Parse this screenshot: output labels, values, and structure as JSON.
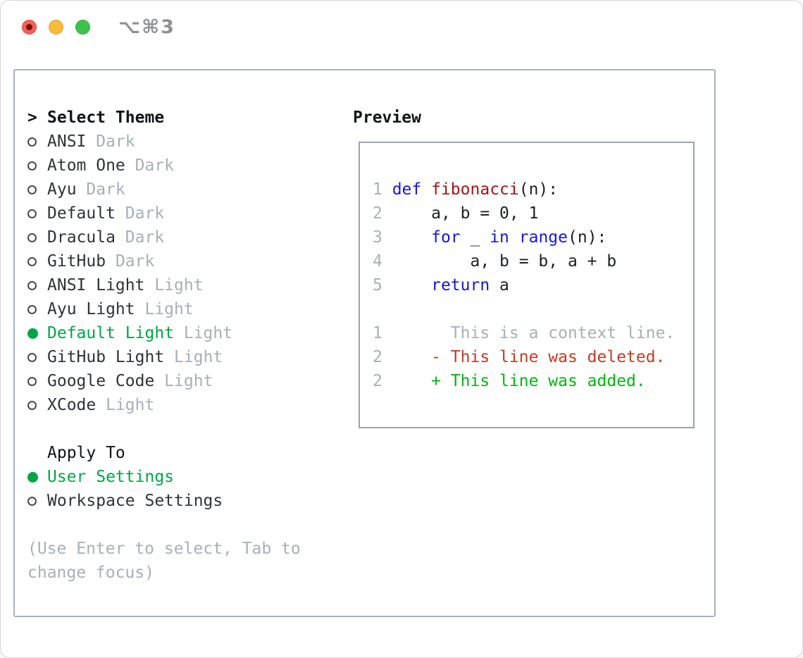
{
  "titlebar": {
    "title": "⌥⌘3",
    "buttons": [
      "close",
      "minimize",
      "zoom"
    ]
  },
  "theme_section": {
    "focus_marker": ">",
    "label": "Select Theme",
    "themes": [
      {
        "name": "ANSI",
        "variant": "Dark",
        "selected": false
      },
      {
        "name": "Atom One",
        "variant": "Dark",
        "selected": false
      },
      {
        "name": "Ayu",
        "variant": "Dark",
        "selected": false
      },
      {
        "name": "Default",
        "variant": "Dark",
        "selected": false
      },
      {
        "name": "Dracula",
        "variant": "Dark",
        "selected": false
      },
      {
        "name": "GitHub",
        "variant": "Dark",
        "selected": false
      },
      {
        "name": "ANSI Light",
        "variant": "Light",
        "selected": false
      },
      {
        "name": "Ayu Light",
        "variant": "Light",
        "selected": false
      },
      {
        "name": "Default Light",
        "variant": "Light",
        "selected": true
      },
      {
        "name": "GitHub Light",
        "variant": "Light",
        "selected": false
      },
      {
        "name": "Google Code",
        "variant": "Light",
        "selected": false
      },
      {
        "name": "XCode",
        "variant": "Light",
        "selected": false
      }
    ]
  },
  "apply_to": {
    "label": "Apply To",
    "options": [
      {
        "label": "User Settings",
        "selected": true
      },
      {
        "label": "Workspace Settings",
        "selected": false
      }
    ]
  },
  "hint": "(Use Enter to select, Tab to change focus)",
  "preview": {
    "label": "Preview",
    "code_lines": [
      {
        "num": "1",
        "segments": [
          {
            "text": "def",
            "color": "keyword"
          },
          {
            "text": " ",
            "color": "plain"
          },
          {
            "text": "fibonacci",
            "color": "function"
          },
          {
            "text": "(n):",
            "color": "plain"
          }
        ]
      },
      {
        "num": "2",
        "segments": [
          {
            "text": "    a, b = 0, 1",
            "color": "plain"
          }
        ]
      },
      {
        "num": "3",
        "segments": [
          {
            "text": "    ",
            "color": "plain"
          },
          {
            "text": "for",
            "color": "keyword"
          },
          {
            "text": " _ ",
            "color": "plain"
          },
          {
            "text": "in",
            "color": "keyword"
          },
          {
            "text": " ",
            "color": "plain"
          },
          {
            "text": "range",
            "color": "keyword"
          },
          {
            "text": "(n):",
            "color": "plain"
          }
        ]
      },
      {
        "num": "4",
        "segments": [
          {
            "text": "        a, b = b, a + b",
            "color": "plain"
          }
        ]
      },
      {
        "num": "5",
        "segments": [
          {
            "text": "    ",
            "color": "plain"
          },
          {
            "text": "return",
            "color": "keyword"
          },
          {
            "text": " a",
            "color": "plain"
          }
        ]
      },
      {
        "num": "",
        "segments": []
      },
      {
        "num": "1",
        "segments": [
          {
            "text": "      This is a context line.",
            "color": "context"
          }
        ]
      },
      {
        "num": "2",
        "segments": [
          {
            "text": "    - This line was deleted.",
            "color": "deleted"
          }
        ]
      },
      {
        "num": "2",
        "segments": [
          {
            "text": "    + This line was added.",
            "color": "added"
          }
        ]
      }
    ]
  },
  "colors": {
    "accent_green": "#00a645",
    "diff_added_green": "#00b70f",
    "diff_deleted_red": "#c83a22",
    "keyword_blue": "#1515e6",
    "function_red": "#a81414",
    "muted_gray": "#a7afb9",
    "text_dark": "#2e333a",
    "traffic_red": "#f4605a",
    "traffic_yellow": "#f6bc3a",
    "traffic_green": "#3fc24c"
  }
}
